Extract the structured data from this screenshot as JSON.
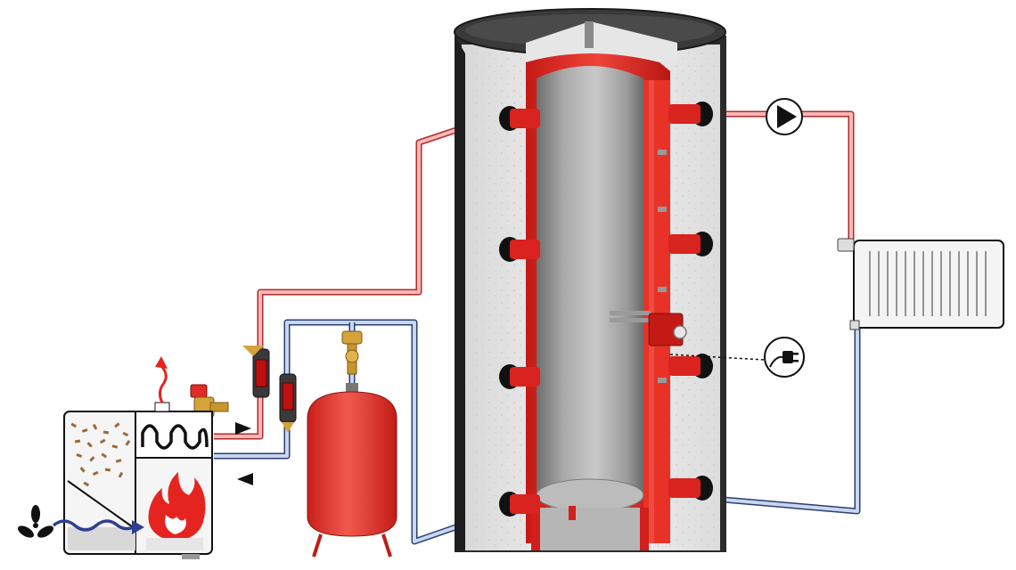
{
  "diagram": {
    "kind": "heating-system-schematic",
    "components": [
      {
        "id": "pellet-boiler",
        "icon": "pellet-boiler-icon"
      },
      {
        "id": "combustion-air-fan",
        "icon": "fan-icon"
      },
      {
        "id": "flue-exhaust",
        "icon": "exhaust-arrow-icon"
      },
      {
        "id": "safety-valve",
        "icon": "safety-valve-icon"
      },
      {
        "id": "strainer-filter-supply",
        "icon": "strainer-icon"
      },
      {
        "id": "strainer-filter-return",
        "icon": "strainer-icon"
      },
      {
        "id": "expansion-vessel",
        "icon": "expansion-vessel-icon"
      },
      {
        "id": "air-vent-valve",
        "icon": "air-vent-icon"
      },
      {
        "id": "buffer-storage-tank",
        "icon": "insulated-tank-icon"
      },
      {
        "id": "electric-heating-element",
        "icon": "heating-element-icon"
      },
      {
        "id": "power-plug",
        "icon": "power-plug-icon"
      },
      {
        "id": "circulation-pump",
        "icon": "pump-icon"
      },
      {
        "id": "radiator",
        "icon": "radiator-icon"
      },
      {
        "id": "thermostatic-valve",
        "icon": "thermostatic-valve-icon"
      }
    ],
    "flow_direction_markers": [
      "supply-arrow-icon",
      "return-arrow-icon"
    ]
  },
  "colors": {
    "hot_pipe": "#e8484a",
    "hot_pipe_light": "#f7b9b7",
    "cold_pipe": "#3d5f9e",
    "cold_pipe_light": "#c9d6ef",
    "tank_red": "#e02a25",
    "insulation": "#eeeeee",
    "outline": "#1a1a1a",
    "steel": "#9a9a9a",
    "pellet": "#9a6a3c",
    "flame": "#e52420",
    "air_flow": "#2d3f8f"
  }
}
